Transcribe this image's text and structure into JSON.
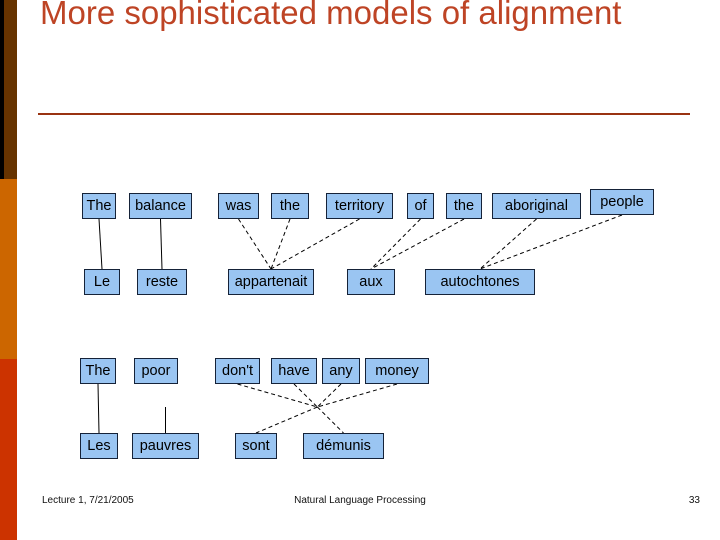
{
  "slide": {
    "title": "More sophisticated models of alignment",
    "footer": {
      "left": "Lecture 1, 7/21/2005",
      "center": "Natural Language Processing",
      "page_number": "33"
    },
    "colors": {
      "title_text": "#BE4425",
      "title_rule": "#993311",
      "sidebar_brown": "#663300",
      "sidebar_edge": "#000000",
      "sidebar_orange": "#CC6600",
      "sidebar_red": "#CC3300",
      "word_box_fill": "#9AC5F2",
      "word_box_border": "#152238",
      "alignment_line": "#000000",
      "footer_text": "#111111"
    }
  },
  "diagrams": [
    {
      "id": "territory-alignment",
      "english_words": [
        "The",
        "balance",
        "was",
        "the",
        "territory",
        "of",
        "the",
        "aboriginal",
        "people"
      ],
      "french_words": [
        "Le",
        "reste",
        "appartenait",
        "aux",
        "autochtones"
      ],
      "alignments": [
        {
          "en": [
            0
          ],
          "fr": [
            0
          ],
          "style": "solid"
        },
        {
          "en": [
            1
          ],
          "fr": [
            1
          ],
          "style": "solid"
        },
        {
          "en": [
            2,
            3,
            4
          ],
          "fr": [
            2
          ],
          "style": "dashed"
        },
        {
          "en": [
            5,
            6
          ],
          "fr": [
            3
          ],
          "style": "dashed"
        },
        {
          "en": [
            7,
            8
          ],
          "fr": [
            4
          ],
          "style": "dashed"
        }
      ]
    },
    {
      "id": "money-alignment",
      "english_words": [
        "The",
        "poor",
        "don't",
        "have",
        "any",
        "money"
      ],
      "french_words": [
        "Les",
        "pauvres",
        "sont",
        "démunis"
      ],
      "alignments": [
        {
          "en": [
            0
          ],
          "fr": [
            0
          ],
          "style": "solid"
        },
        {
          "en": [
            1
          ],
          "fr": [
            1
          ],
          "style": "solid",
          "partial": true
        },
        {
          "en": [
            2,
            3,
            4,
            5
          ],
          "fr": [
            2,
            3
          ],
          "style": "dashed",
          "hub": true
        }
      ]
    }
  ]
}
